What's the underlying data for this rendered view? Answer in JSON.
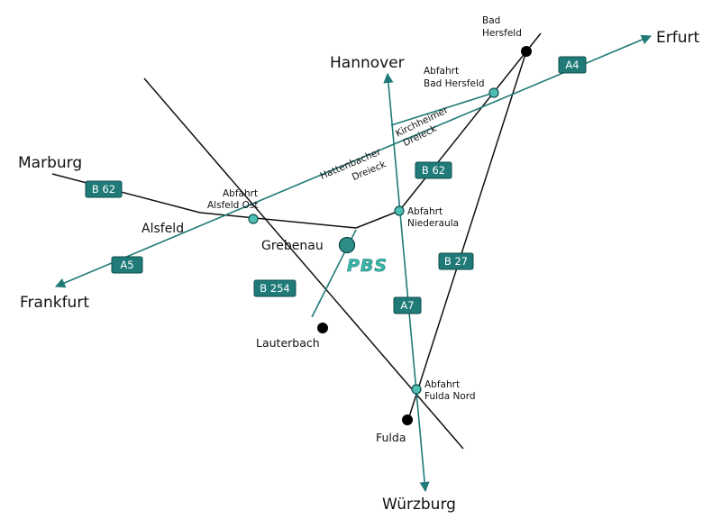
{
  "cities": {
    "erfurt": "Erfurt",
    "hannover": "Hannover",
    "marburg": "Marburg",
    "frankfurt": "Frankfurt",
    "wuerzburg": "Würzburg",
    "alsfeld": "Alsfeld",
    "grebenau": "Grebenau",
    "lauterbach": "Lauterbach",
    "fulda": "Fulda",
    "bad_hersfeld_1": "Bad",
    "bad_hersfeld_2": "Hersfeld"
  },
  "junctions": {
    "bad_hersfeld_1": "Abfahrt",
    "bad_hersfeld_2": "Bad Hersfeld",
    "alsfeld_ost_1": "Abfahrt",
    "alsfeld_ost_2": "Alsfeld Ost",
    "niederaula_1": "Abfahrt",
    "niederaula_2": "Niederaula",
    "fulda_nord_1": "Abfahrt",
    "fulda_nord_2": "Fulda Nord",
    "kirchheimer_1": "Kirchheimer",
    "kirchheimer_2": "Dreieck",
    "hattenbacher_1": "Hattenbacher",
    "hattenbacher_2": "Dreieck"
  },
  "road_shields": {
    "a4": "A4",
    "a5": "A5",
    "a7": "A7",
    "b62_west": "B 62",
    "b62_east": "B 62",
    "b27": "B 27",
    "b254": "B 254"
  },
  "logo": "PBS",
  "colors": {
    "teal": "#1f7a78",
    "junction_fill": "#4fbfb3",
    "logo": "#3ab8a8"
  }
}
